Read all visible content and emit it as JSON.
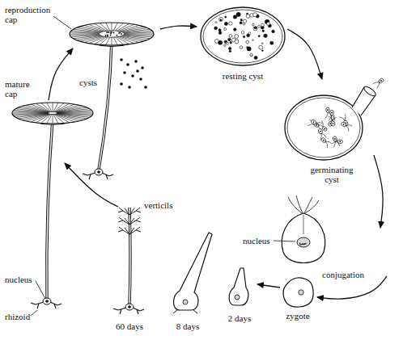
{
  "diagram": {
    "labels": [
      "reproduction cap",
      "cysts",
      "resting cyst",
      "germinating cyst",
      "mature cap",
      "verticils",
      "nucleus",
      "conjugation",
      "zygote",
      "nucleus",
      "rhizoid",
      "60 days",
      "8 days",
      "2 days"
    ]
  }
}
